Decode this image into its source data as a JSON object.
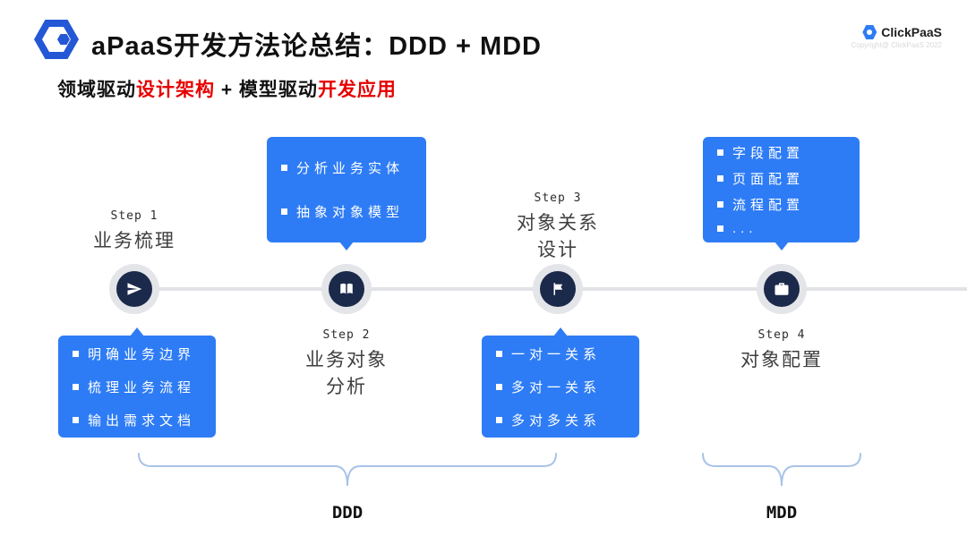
{
  "header": {
    "title": "aPaaS开发方法论总结：DDD + MDD",
    "subtitle": {
      "seg1": "领域驱动",
      "seg2": "设计架构",
      "seg3": " + 模型驱动",
      "seg4": "开发应用"
    },
    "logo": {
      "name": "ClickPaaS",
      "copyright": "Copyright@ ClickPaaS 2022"
    }
  },
  "timeline": {
    "steps": [
      {
        "step_label": "Step 1",
        "title": "业务梳理",
        "icon": "paper-plane",
        "bullets": [
          "明确业务边界",
          "梳理业务流程",
          "输出需求文档"
        ]
      },
      {
        "step_label": "Step 2",
        "title": "业务对象\n分析",
        "icon": "book",
        "bullets": [
          "分析业务实体",
          "抽象对象模型"
        ]
      },
      {
        "step_label": "Step 3",
        "title": "对象关系\n设计",
        "icon": "flag",
        "bullets": [
          "一对一关系",
          "多对一关系",
          "多对多关系"
        ]
      },
      {
        "step_label": "Step 4",
        "title": "对象配置",
        "icon": "briefcase",
        "bullets": [
          "字段配置",
          "页面配置",
          "流程配置",
          "..."
        ]
      }
    ]
  },
  "groups": {
    "ddd": "DDD",
    "mdd": "MDD"
  },
  "colors": {
    "accent_blue": "#2E7CF5",
    "highlight_red": "#E60000",
    "node_dark": "#1B2A4A",
    "line_gray": "#E2E3E7",
    "brace_blue": "#A9C3EA"
  }
}
